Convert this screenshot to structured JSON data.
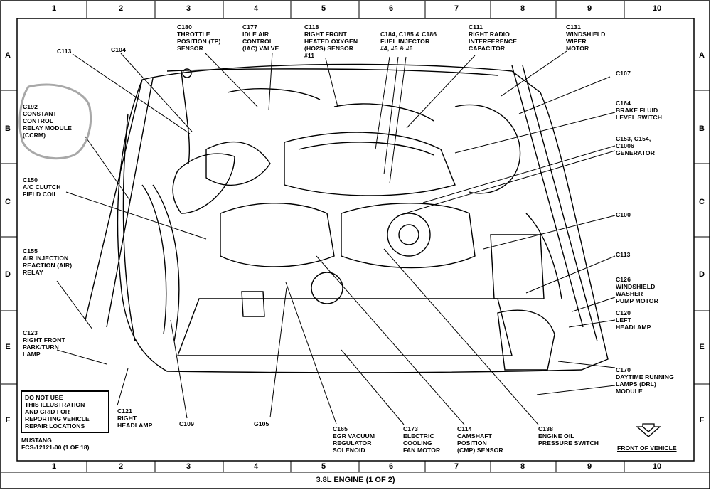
{
  "grid": {
    "columns": [
      "1",
      "2",
      "3",
      "4",
      "5",
      "6",
      "7",
      "8",
      "9",
      "10"
    ],
    "rows": [
      "A",
      "B",
      "C",
      "D",
      "E",
      "F"
    ]
  },
  "labels": [
    {
      "id": "c180",
      "lines": [
        "C180",
        "THROTTLE",
        "POSITION (TP)",
        "SENSOR"
      ]
    },
    {
      "id": "c177",
      "lines": [
        "C177",
        "IDLE AIR",
        "CONTROL",
        "(IAC) VALVE"
      ]
    },
    {
      "id": "c118",
      "lines": [
        "C118",
        "RIGHT FRONT",
        "HEATED OXYGEN",
        "(HO2S) SENSOR",
        "#11"
      ]
    },
    {
      "id": "c184",
      "lines": [
        "C184, C185 & C186",
        "FUEL INJECTOR",
        "#4, #5 & #6"
      ]
    },
    {
      "id": "c111",
      "lines": [
        "C111",
        "RIGHT RADIO",
        "INTERFERENCE",
        "CAPACITOR"
      ]
    },
    {
      "id": "c131",
      "lines": [
        "C131",
        "WINDSHIELD",
        "WIPER",
        "MOTOR"
      ]
    },
    {
      "id": "c113a",
      "lines": [
        "C113"
      ]
    },
    {
      "id": "c104a",
      "lines": [
        "C104"
      ]
    },
    {
      "id": "c107",
      "lines": [
        "C107"
      ]
    },
    {
      "id": "c192",
      "lines": [
        "C192",
        "CONSTANT",
        "CONTROL",
        "RELAY MODULE",
        "(CCRM)"
      ]
    },
    {
      "id": "c164",
      "lines": [
        "C164",
        "BRAKE FLUID",
        "LEVEL SWITCH"
      ]
    },
    {
      "id": "c153",
      "lines": [
        "C153, C154,",
        "C1006",
        "GENERATOR"
      ]
    },
    {
      "id": "c150",
      "lines": [
        "C150",
        "A/C CLUTCH",
        "FIELD COIL"
      ]
    },
    {
      "id": "c100",
      "lines": [
        "C100"
      ]
    },
    {
      "id": "c155",
      "lines": [
        "C155",
        "AIR INJECTION",
        "REACTION (AIR)",
        "RELAY"
      ]
    },
    {
      "id": "c113b",
      "lines": [
        "C113"
      ]
    },
    {
      "id": "c126",
      "lines": [
        "C126",
        "WINDSHIELD",
        "WASHER",
        "PUMP MOTOR"
      ]
    },
    {
      "id": "c120",
      "lines": [
        "C120",
        "LEFT",
        "HEADLAMP"
      ]
    },
    {
      "id": "c123",
      "lines": [
        "C123",
        "RIGHT FRONT",
        "PARK/TURN",
        "LAMP"
      ]
    },
    {
      "id": "c170",
      "lines": [
        "C170",
        "DAYTIME RUNNING",
        "LAMPS (DRL)",
        "MODULE"
      ]
    },
    {
      "id": "c121",
      "lines": [
        "C121",
        "RIGHT",
        "HEADLAMP"
      ]
    },
    {
      "id": "c109",
      "lines": [
        "C109"
      ]
    },
    {
      "id": "g105",
      "lines": [
        "G105"
      ]
    },
    {
      "id": "c165",
      "lines": [
        "C165",
        "EGR VACUUM",
        "REGULATOR",
        "SOLENOID"
      ]
    },
    {
      "id": "c173",
      "lines": [
        "C173",
        "ELECTRIC",
        "COOLING",
        "FAN MOTOR"
      ]
    },
    {
      "id": "c114",
      "lines": [
        "C114",
        "CAMSHAFT",
        "POSITION",
        "(CMP) SENSOR"
      ]
    },
    {
      "id": "c138",
      "lines": [
        "C138",
        "ENGINE OIL",
        "PRESSURE SWITCH"
      ]
    }
  ],
  "notice": [
    "DO NOT USE",
    "THIS ILLUSTRATION",
    "AND GRID FOR",
    "REPORTING VEHICLE",
    "REPAIR LOCATIONS"
  ],
  "model": [
    "MUSTANG",
    "FCS-12121-00 (1 OF 18)"
  ],
  "front_of_vehicle": "FRONT OF VEHICLE",
  "title": "3.8L ENGINE (1 OF 2)",
  "colors": {
    "ink": "#000000",
    "paper": "#ffffff",
    "highlight": "#a8a8a8"
  }
}
